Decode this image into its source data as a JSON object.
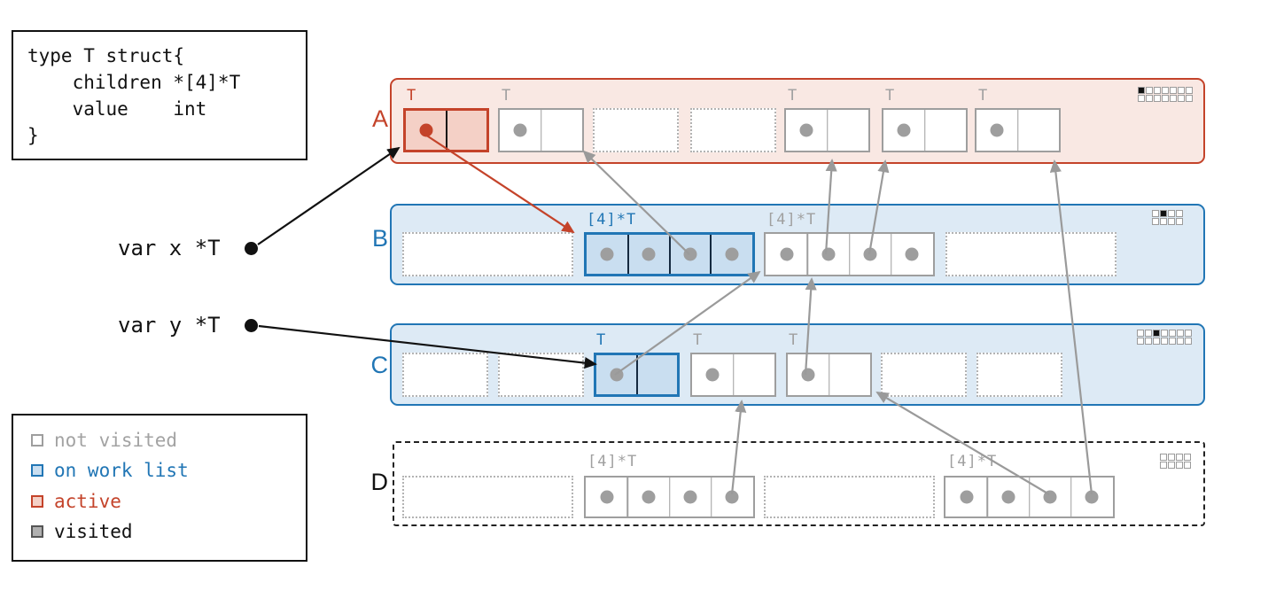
{
  "code_box": {
    "text": "type T struct{\n    children *[4]*T\n    value    int\n}"
  },
  "vars": {
    "x": "var x *T",
    "y": "var y *T"
  },
  "legend": {
    "items": [
      {
        "id": "not-visited",
        "label": "not visited",
        "border": "#9e9e9e",
        "fill": "#ffffff",
        "text": "#a3a3a3"
      },
      {
        "id": "on-work-list",
        "label": "on work list",
        "border": "#2176b5",
        "fill": "#c9def0",
        "text": "#2176b5"
      },
      {
        "id": "active",
        "label": "active",
        "border": "#c4432a",
        "fill": "#f4d0c6",
        "text": "#c4432a"
      },
      {
        "id": "visited",
        "label": "visited",
        "border": "#555555",
        "fill": "#b0b0b0",
        "text": "#111111"
      }
    ]
  },
  "rows": [
    {
      "label": "A",
      "kind": "active-span",
      "bitmap": [
        "1000000",
        "0000000"
      ],
      "slots": [
        {
          "type": "T",
          "state": "active"
        },
        {
          "type": "T",
          "state": "not visited"
        },
        {
          "state": "free"
        },
        {
          "state": "free"
        },
        {
          "type": "T",
          "state": "not visited"
        },
        {
          "type": "T",
          "state": "not visited"
        },
        {
          "type": "T",
          "state": "not visited"
        }
      ]
    },
    {
      "label": "B",
      "kind": "work-list-span",
      "bitmap": [
        "0100",
        "0000"
      ],
      "slots": [
        {
          "state": "free"
        },
        {
          "type": "[4]*T",
          "state": "on work list"
        },
        {
          "type": "[4]*T",
          "state": "not visited"
        },
        {
          "state": "free"
        }
      ]
    },
    {
      "label": "C",
      "kind": "work-list-span",
      "bitmap": [
        "0010000",
        "0000000"
      ],
      "slots": [
        {
          "state": "free"
        },
        {
          "state": "free"
        },
        {
          "type": "T",
          "state": "on work list"
        },
        {
          "type": "T",
          "state": "not visited"
        },
        {
          "type": "T",
          "state": "not visited"
        },
        {
          "state": "free"
        },
        {
          "state": "free"
        }
      ]
    },
    {
      "label": "D",
      "kind": "not-visited-span",
      "bitmap": [
        "0000",
        "0000"
      ],
      "slots": [
        {
          "state": "free"
        },
        {
          "type": "[4]*T",
          "state": "not visited"
        },
        {
          "state": "free"
        },
        {
          "type": "[4]*T",
          "state": "not visited"
        }
      ]
    }
  ],
  "colors": {
    "black": "#111111",
    "red": "#c4432a",
    "gray": "#9a9a9a",
    "blue": "#2176b5",
    "row_red": "#c4432a"
  },
  "arrows": [
    {
      "name": "var-x-to-a1",
      "color": "black",
      "from": [
        291,
        276
      ],
      "to": [
        450,
        167
      ]
    },
    {
      "name": "var-y-to-c3",
      "color": "black",
      "from": [
        292,
        368
      ],
      "to": [
        672,
        411
      ]
    },
    {
      "name": "a1-to-b-worklist",
      "color": "red",
      "from": [
        477,
        150
      ],
      "to": [
        647,
        262
      ]
    },
    {
      "name": "b2-cell3-to-a2",
      "color": "gray",
      "from": [
        778,
        287
      ],
      "to": [
        659,
        171
      ]
    },
    {
      "name": "b3-cell2-to-a5",
      "color": "gray",
      "from": [
        932,
        287
      ],
      "to": [
        939,
        181
      ]
    },
    {
      "name": "b3-cell3-to-a6",
      "color": "gray",
      "from": [
        981,
        287
      ],
      "to": [
        999,
        182
      ]
    },
    {
      "name": "c3-to-b3",
      "color": "gray",
      "from": [
        694,
        423
      ],
      "to": [
        857,
        307
      ]
    },
    {
      "name": "c4-to-b3",
      "color": "gray",
      "from": [
        909,
        423
      ],
      "to": [
        916,
        315
      ]
    },
    {
      "name": "d2-cell4-to-c4",
      "color": "gray",
      "from": [
        826,
        558
      ],
      "to": [
        837,
        453
      ]
    },
    {
      "name": "d4-cell3-to-c5",
      "color": "gray",
      "from": [
        1184,
        558
      ],
      "to": [
        990,
        443
      ]
    },
    {
      "name": "d4-cell4-to-a7",
      "color": "gray",
      "from": [
        1232,
        558
      ],
      "to": [
        1190,
        182
      ]
    }
  ]
}
